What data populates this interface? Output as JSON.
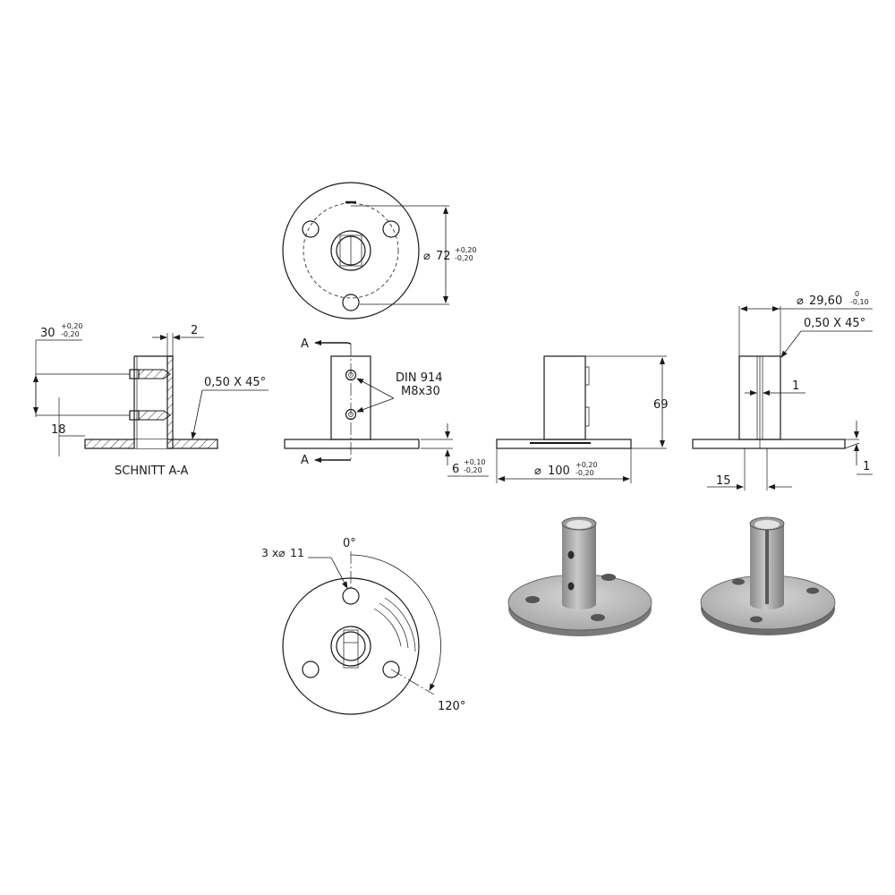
{
  "views": {
    "top": {
      "dia_label": "72",
      "dia_tol_plus": "+0,20",
      "dia_tol_minus": "-0,20"
    },
    "section": {
      "dim_30": "30",
      "dim_30_tol_plus": "+0,20",
      "dim_30_tol_minus": "-0,20",
      "dim_2": "2",
      "dim_18": "18",
      "chamfer": "0,50 X 45°",
      "caption": "SCHNITT A-A"
    },
    "side": {
      "section_marker": "A",
      "screw_line1": "DIN 914",
      "screw_line2": "M8x30",
      "dim_6": "6",
      "dim_6_tol_plus": "+0,10",
      "dim_6_tol_minus": "-0,20"
    },
    "front": {
      "dim_69": "69",
      "dia_100": "100",
      "dia_100_tol_plus": "+0,20",
      "dia_100_tol_minus": "-0,20"
    },
    "right": {
      "dia_29": "29,60",
      "dia_29_tol_plus": "0",
      "dia_29_tol_minus": "-0,10",
      "chamfer": "0,50 X 45°",
      "dim_1_inner": "1",
      "dim_1_outer": "1",
      "dim_15": "15"
    },
    "bottom": {
      "holes": "3 x",
      "hole_dia": "11",
      "angle_0": "0°",
      "angle_120": "120°"
    }
  },
  "colors": {
    "line": "#1a1a1a",
    "render_body": "#b0b0b0",
    "render_dark": "#6b6b6b"
  }
}
